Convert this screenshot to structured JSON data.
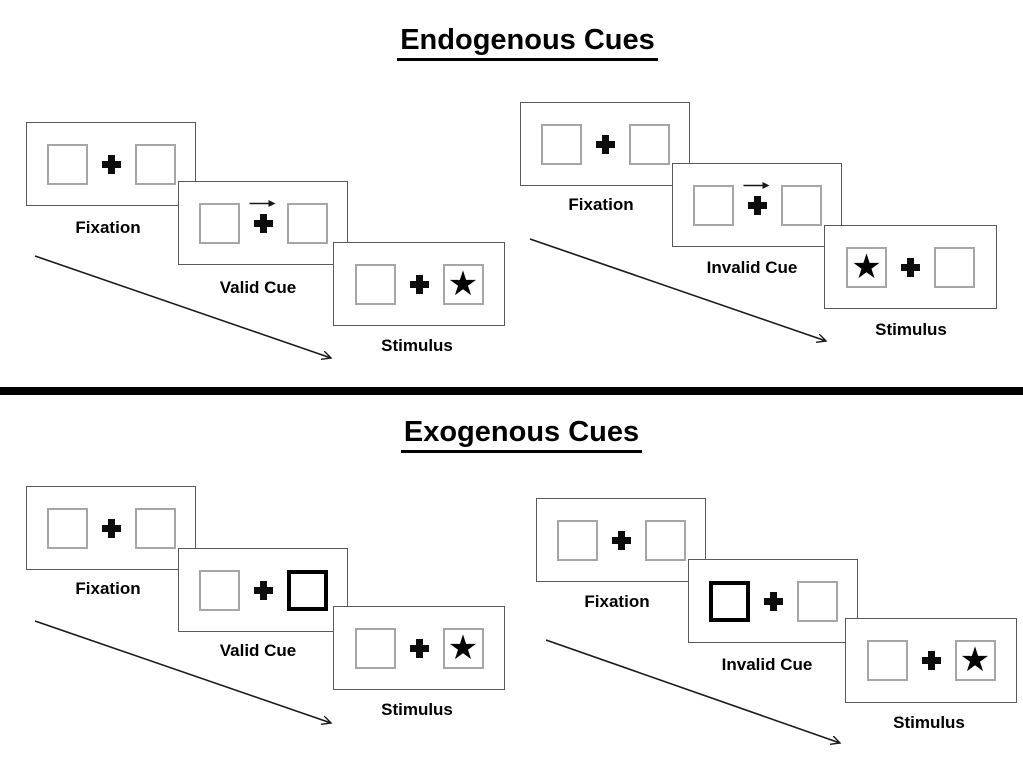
{
  "colors": {
    "panel_border": "#595959",
    "placeholder_box_border": "#a6a6a6",
    "ink": "#000000",
    "divider": "#000000"
  },
  "icons": {
    "star": "★",
    "fixation_cross": "plus-cross",
    "cue_arrow": "right-arrow"
  },
  "sections": [
    {
      "title": "Endogenous Cues",
      "trials": [
        {
          "name": "valid-trial",
          "panels": [
            {
              "label": "Fixation"
            },
            {
              "label": "Valid Cue",
              "cue": "central-arrow-right"
            },
            {
              "label": "Stimulus",
              "target_side": "right"
            }
          ]
        },
        {
          "name": "invalid-trial",
          "panels": [
            {
              "label": "Fixation"
            },
            {
              "label": "Invalid Cue",
              "cue": "central-arrow-right"
            },
            {
              "label": "Stimulus",
              "target_side": "left"
            }
          ]
        }
      ]
    },
    {
      "title": "Exogenous Cues",
      "trials": [
        {
          "name": "valid-trial",
          "panels": [
            {
              "label": "Fixation"
            },
            {
              "label": "Valid Cue",
              "cue": "peripheral-highlight-right"
            },
            {
              "label": "Stimulus",
              "target_side": "right"
            }
          ]
        },
        {
          "name": "invalid-trial",
          "panels": [
            {
              "label": "Fixation"
            },
            {
              "label": "Invalid Cue",
              "cue": "peripheral-highlight-left"
            },
            {
              "label": "Stimulus",
              "target_side": "right"
            }
          ]
        }
      ]
    }
  ]
}
